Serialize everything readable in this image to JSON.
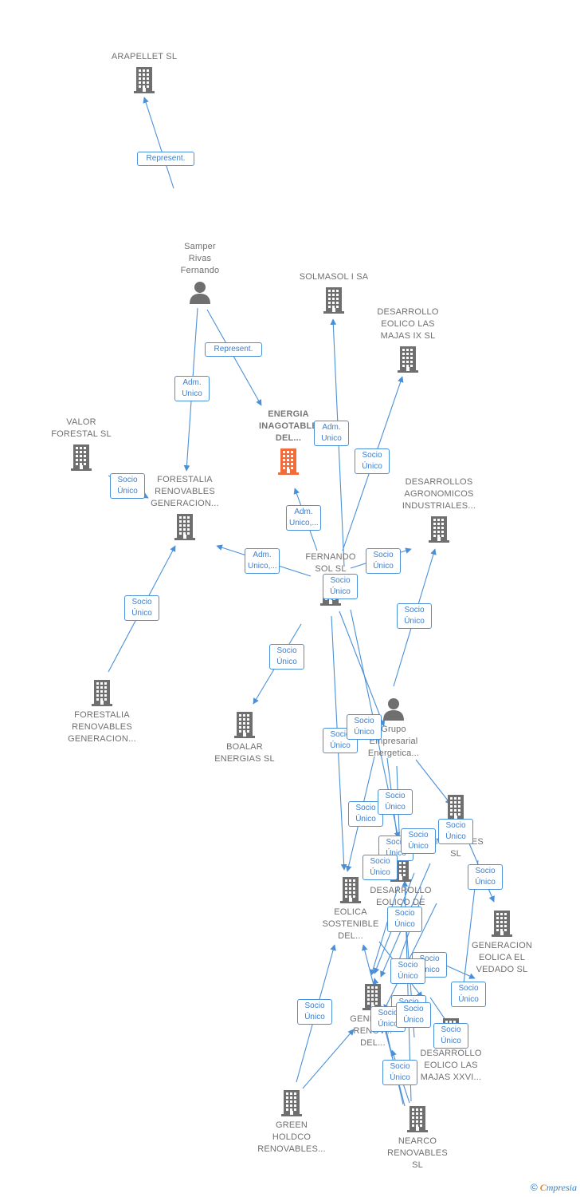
{
  "colors": {
    "edge": "#4a90d9",
    "building": "#6f6f6f",
    "focus_building": "#f26b3a",
    "person": "#6f6f6f"
  },
  "nodes": [
    {
      "id": "arapellet",
      "label": "ARAPELLET  SL",
      "icon": "building-icon",
      "label_pos": "top"
    },
    {
      "id": "samper",
      "label": "Samper\nRivas\nFernando",
      "icon": "person-icon",
      "label_pos": "top"
    },
    {
      "id": "solmasol",
      "label": "SOLMASOL I SA",
      "icon": "building-icon",
      "label_pos": "top"
    },
    {
      "id": "desarrollo_ix",
      "label": "DESARROLLO\nEOLICO LAS\nMAJAS IX  SL",
      "icon": "building-icon",
      "label_pos": "top"
    },
    {
      "id": "energia",
      "label": "ENERGIA\nINAGOTABLE\nDEL...",
      "icon": "building-icon",
      "label_pos": "top",
      "focus": true
    },
    {
      "id": "valor",
      "label": "VALOR\nFORESTAL SL",
      "icon": "building-icon",
      "label_pos": "top"
    },
    {
      "id": "forestalia1",
      "label": "FORESTALIA\nRENOVABLES\nGENERACION...",
      "icon": "building-icon",
      "label_pos": "top"
    },
    {
      "id": "desarrollos_agro",
      "label": "DESARROLLOS\nAGRONOMICOS\nINDUSTRIALES...",
      "icon": "building-icon",
      "label_pos": "top"
    },
    {
      "id": "fernando_sol",
      "label": "FERNANDO\nSOL SL",
      "icon": "building-icon",
      "label_pos": "top"
    },
    {
      "id": "forestalia2",
      "label": "FORESTALIA\nRENOVABLES\nGENERACION...",
      "icon": "building-icon",
      "label_pos": "bottom"
    },
    {
      "id": "boalar",
      "label": "BOALAR\nENERGIAS  SL",
      "icon": "building-icon",
      "label_pos": "bottom"
    },
    {
      "id": "grupo",
      "label": "Grupo\nEmpresarial\nEnergetica...",
      "icon": "person-icon",
      "label_pos": "bottom"
    },
    {
      "id": "us_renovables",
      "label": "...US\n...NOVABLES\nSL",
      "icon": "building-icon",
      "label_pos": "bottom"
    },
    {
      "id": "desarrollo_la_m",
      "label": "DESARROLLO\nEOLICO DE\nLA M...",
      "icon": "building-icon",
      "label_pos": "bottom"
    },
    {
      "id": "eolica",
      "label": "EOLICA\nSOSTENIBLE\nDEL...",
      "icon": "building-icon",
      "label_pos": "bottom"
    },
    {
      "id": "vedado",
      "label": "GENERACION\nEOLICA EL\nVEDADO SL",
      "icon": "building-icon",
      "label_pos": "bottom"
    },
    {
      "id": "genera_renov",
      "label": "GENERA...\nRENOV...\nDEL...",
      "icon": "building-icon",
      "label_pos": "bottom"
    },
    {
      "id": "desarrollo_xxvi",
      "label": "DESARROLLO\nEOLICO LAS\nMAJAS XXVI...",
      "icon": "building-icon",
      "label_pos": "bottom"
    },
    {
      "id": "green",
      "label": "GREEN\nHOLDCO\nRENOVABLES...",
      "icon": "building-icon",
      "label_pos": "bottom"
    },
    {
      "id": "nearco",
      "label": "NEARCO\nRENOVABLES\nSL",
      "icon": "building-icon",
      "label_pos": "bottom"
    }
  ],
  "edge_labels": [
    "Represent.",
    "Represent.",
    "Adm.\nUnico",
    "Adm.\nUnico",
    "Socio\nÚnico",
    "Socio\nÚnico",
    "Adm.\nUnico,...",
    "Adm.\nUnico,...",
    "Socio\nÚnico",
    "Socio\nÚnico",
    "Socio\nÚnico",
    "Socio\nÚnico",
    "Socio\nÚnico",
    "Socio\nÚnico",
    "Socio\nÚnico",
    "Socio\nÚnico",
    "Socio\nÚnico",
    "Socio\nÚnico",
    "Socio\nÚnico",
    "Socio\nÚnico",
    "Socio\nÚnico",
    "Socio\nÚnico",
    "Socio\nÚnico",
    "Socio\nÚnico",
    "Socio\nÚnico",
    "Socio\nÚnico",
    "Socio\nÚnico",
    "Socio\nÚnico",
    "Socio\nÚnico",
    "Socio\nÚnico",
    "Socio\nÚnico",
    "Socio\nÚnico"
  ],
  "footer": {
    "copyright": "©",
    "brand_initial": "C",
    "brand_rest": "mpresia"
  }
}
